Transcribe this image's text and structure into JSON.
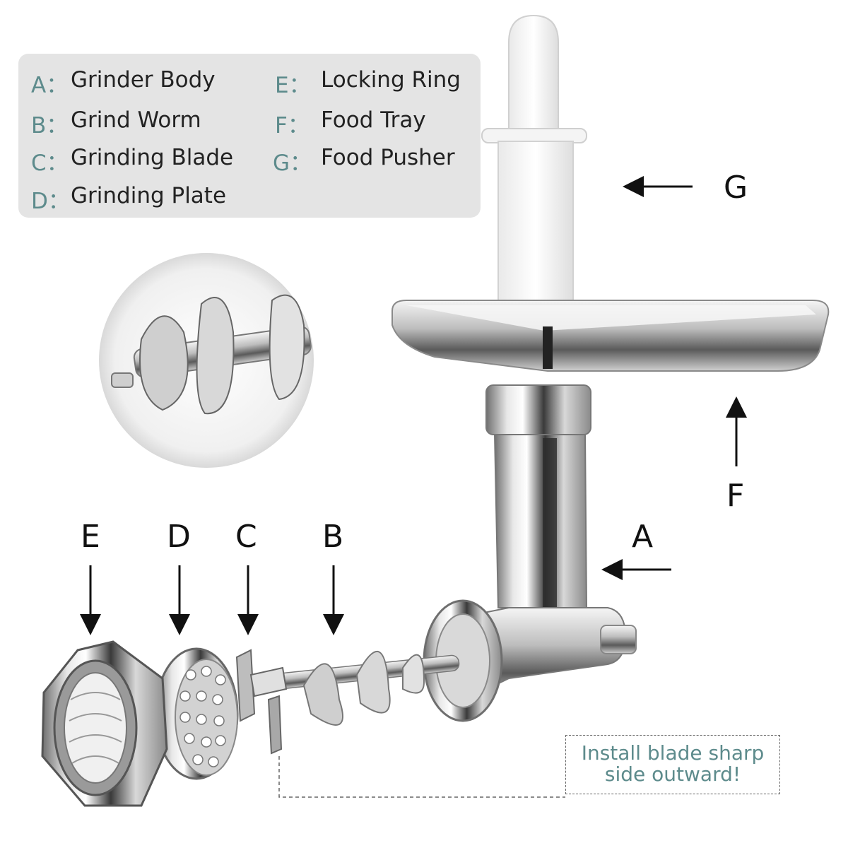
{
  "legend": [
    {
      "key": "A：",
      "name": "Grinder Body"
    },
    {
      "key": "B：",
      "name": "Grind Worm"
    },
    {
      "key": "C：",
      "name": "Grinding Blade"
    },
    {
      "key": "D：",
      "name": "Grinding Plate"
    },
    {
      "key": "E：",
      "name": "Locking Ring"
    },
    {
      "key": "F：",
      "name": "Food Tray"
    },
    {
      "key": "G：",
      "name": "Food Pusher"
    }
  ],
  "callouts": {
    "a": "A",
    "b": "B",
    "c": "C",
    "d": "D",
    "e": "E",
    "f": "F",
    "g": "G"
  },
  "note": {
    "line1": "Install blade sharp",
    "line2": "side outward!"
  },
  "colors": {
    "legend_key": "#5d8b8c",
    "legend_bg": "#e4e4e4",
    "note_text": "#5d8b8c"
  }
}
